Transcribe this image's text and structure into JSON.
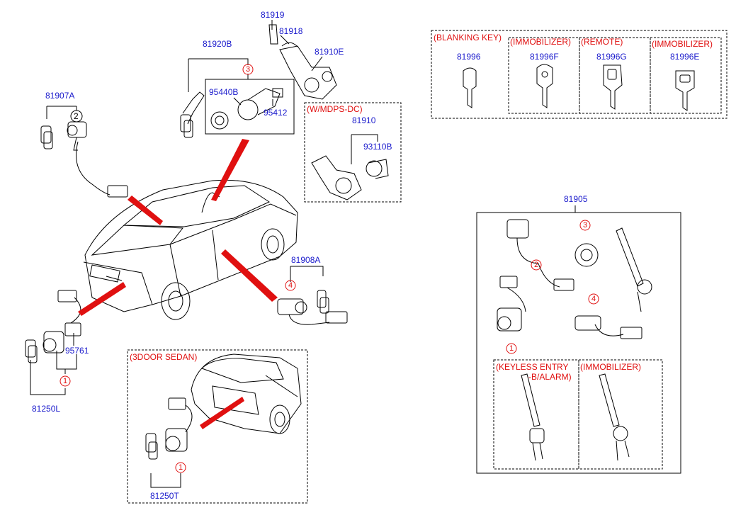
{
  "part_numbers": {
    "p81919": "81919",
    "p81918": "81918",
    "p81910E": "81910E",
    "p81920B": "81920B",
    "p95440B": "95440B",
    "p95412": "95412",
    "p81907A": "81907A",
    "p81910": "81910",
    "p93110B": "93110B",
    "p81908A": "81908A",
    "p95761": "95761",
    "p81250L": "81250L",
    "p81250T": "81250T",
    "p81996": "81996",
    "p81996F": "81996F",
    "p81996G": "81996G",
    "p81996E": "81996E",
    "p81905": "81905"
  },
  "group_notes": {
    "wmdps": "(W/MDPS-DC)",
    "door3": "(3DOOR SEDAN)",
    "blanking": "(BLANKING KEY)",
    "immobilizer1": "(IMMOBILIZER)",
    "remote": "(REMOTE)",
    "immobilizer2": "(IMMOBILIZER)",
    "keyless1": "(KEYLESS ENTRY",
    "keyless2": "-B/ALARM)",
    "immobilizer3": "(IMMOBILIZER)"
  },
  "callouts": {
    "c1": "1",
    "c2": "2",
    "c3": "3",
    "c4": "4"
  },
  "colors": {
    "part_number": "#1a1acc",
    "note": "#e01010",
    "line": "#000000",
    "pointer": "#e01010"
  }
}
